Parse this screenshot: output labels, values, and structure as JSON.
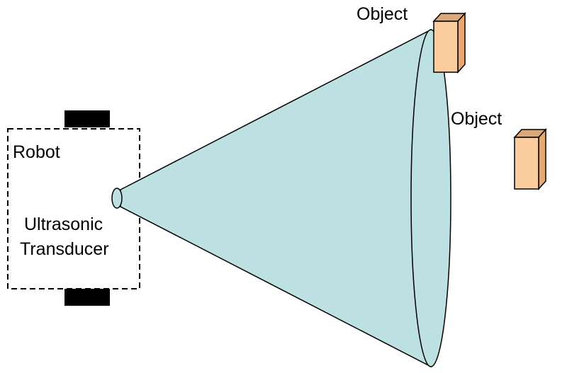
{
  "labels": {
    "robot": "Robot",
    "transducer_line1": "Ultrasonic",
    "transducer_line2": "Transducer",
    "object_top": "Object",
    "object_right": "Object"
  },
  "colors": {
    "beam_fill": "#bde0e3",
    "object_front": "#fbcd9e",
    "object_side": "#e9a870",
    "object_top": "#d9a87c",
    "wheel": "#000000",
    "outline": "#000000"
  }
}
